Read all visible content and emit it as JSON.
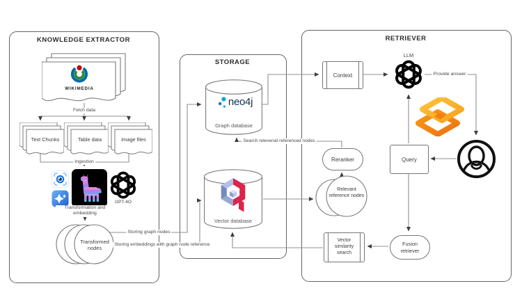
{
  "diagram": {
    "extractor": {
      "title": "KNOWLEDGE EXTRACTOR",
      "source": {
        "label": "WIKIMEDIA"
      },
      "edge_fetch": "Fetch data",
      "stacks": [
        {
          "label": "Text Chunks"
        },
        {
          "label": "Table data"
        },
        {
          "label": "Image files"
        }
      ],
      "edge_ingestion": "Ingestion",
      "models": {
        "gpt_label": "GPT-4O"
      },
      "edge_transform": "Transformation and embedding",
      "transformed_nodes": "Transformed nodes"
    },
    "storage": {
      "title": "STORAGE",
      "graph_db": {
        "logo_text": "neo4j",
        "label": "Graph database"
      },
      "vector_db": {
        "label": "Vector database"
      }
    },
    "retriever": {
      "title": "RETRIEVER",
      "context": "Context",
      "llm_label": "LLM",
      "edge_answer": "Provide answer",
      "query": "Query",
      "reranker": "Reranker",
      "relevant_nodes": "Relevant reference nodes",
      "vector_search": "Vector similarity search",
      "fusion_retriever": "Fusion retriever"
    },
    "edges": {
      "storing_graph_nodes": "Storing graph nodes",
      "storing_embeddings": "Storing embeddings with graph node reference",
      "search_referenced": "Search relevenat referenced nodes"
    },
    "colors": {
      "line": "#8f8f8f",
      "shape_border": "#757575",
      "qdrant_red": "#DC244C",
      "neo4j_blue": "#00A8E0",
      "openai_black": "#000000",
      "wikimedia_red": "#C00000",
      "wikimedia_green": "#2F8A3E",
      "wikimedia_blue": "#006CA8",
      "orange_logo": "#F28011"
    }
  }
}
